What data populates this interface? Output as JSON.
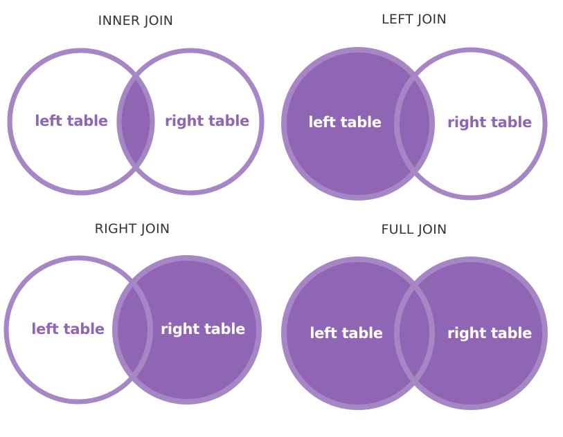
{
  "colors": {
    "fill": "#8e66b4",
    "stroke": "#a686c4",
    "title": "#333333",
    "label_on_white": "#8e66b4",
    "label_on_fill": "#ffffff",
    "background": "#ffffff"
  },
  "diagrams": [
    {
      "title": "INNER JOIN",
      "left_label": "left table",
      "right_label": "right table",
      "highlight": "intersection"
    },
    {
      "title": "LEFT JOIN",
      "left_label": "left table",
      "right_label": "right table",
      "highlight": "left"
    },
    {
      "title": "RIGHT JOIN",
      "left_label": "left table",
      "right_label": "right table",
      "highlight": "right"
    },
    {
      "title": "FULL JOIN",
      "left_label": "left table",
      "right_label": "right table",
      "highlight": "both"
    }
  ]
}
